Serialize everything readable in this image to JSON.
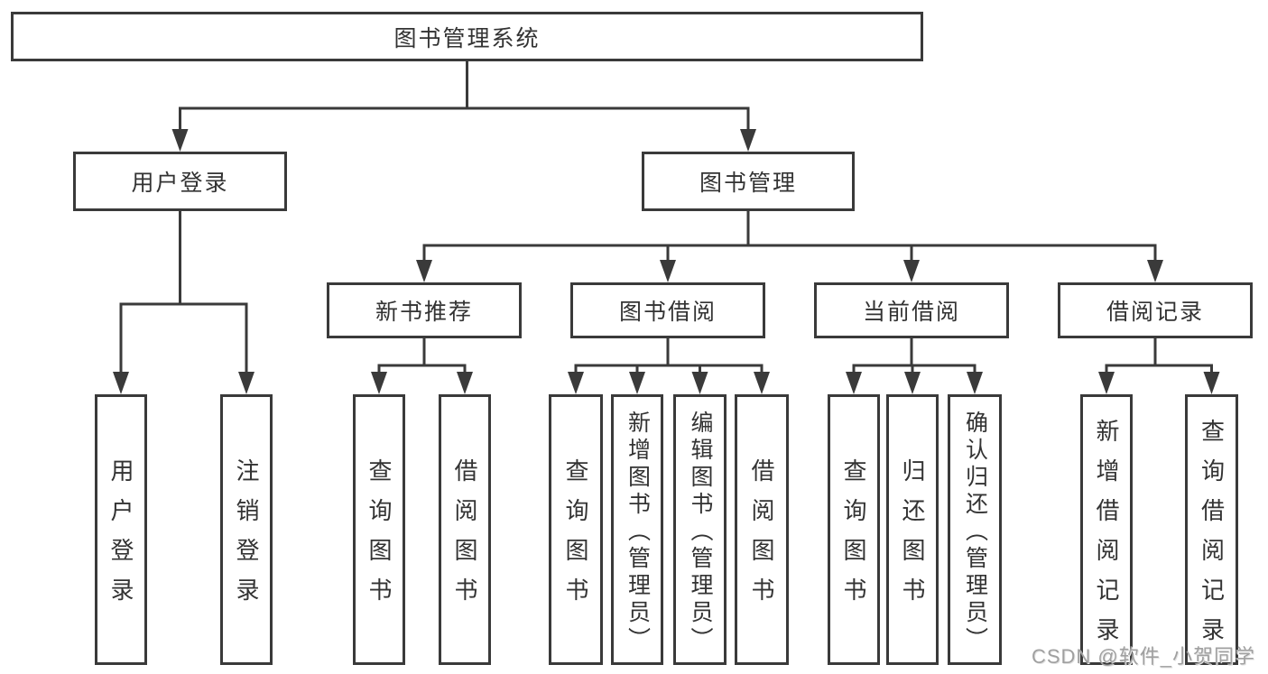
{
  "diagram": {
    "watermark": "CSDN @软件_小贺同学",
    "colors": {
      "line": "#3a3a3a",
      "border": "#3a3a3a",
      "text": "#333333",
      "background": "#ffffff",
      "watermark": "#a0a0a0"
    },
    "tree": {
      "id": "root",
      "label": "图书管理系统",
      "children": [
        {
          "id": "user-login",
          "label": "用户登录",
          "children": [
            {
              "id": "login",
              "label": "用户登录"
            },
            {
              "id": "logout",
              "label": "注销登录"
            }
          ]
        },
        {
          "id": "book-mgmt",
          "label": "图书管理",
          "children": [
            {
              "id": "new-book-rec",
              "label": "新书推荐",
              "children": [
                {
                  "id": "nbr-query",
                  "label": "查询图书"
                },
                {
                  "id": "nbr-borrow",
                  "label": "借阅图书"
                }
              ]
            },
            {
              "id": "book-borrow",
              "label": "图书借阅",
              "children": [
                {
                  "id": "bb-query",
                  "label": "查询图书"
                },
                {
                  "id": "bb-add",
                  "label": "新增图书（管理员）"
                },
                {
                  "id": "bb-edit",
                  "label": "编辑图书（管理员）"
                },
                {
                  "id": "bb-borrow",
                  "label": "借阅图书"
                }
              ]
            },
            {
              "id": "current-borrow",
              "label": "当前借阅",
              "children": [
                {
                  "id": "cb-query",
                  "label": "查询图书"
                },
                {
                  "id": "cb-return",
                  "label": "归还图书"
                },
                {
                  "id": "cb-confirm",
                  "label": "确认归还（管理员）"
                }
              ]
            },
            {
              "id": "borrow-records",
              "label": "借阅记录",
              "children": [
                {
                  "id": "br-add",
                  "label": "新增借阅记录"
                },
                {
                  "id": "br-query",
                  "label": "查询借阅记录"
                }
              ]
            }
          ]
        }
      ]
    }
  }
}
